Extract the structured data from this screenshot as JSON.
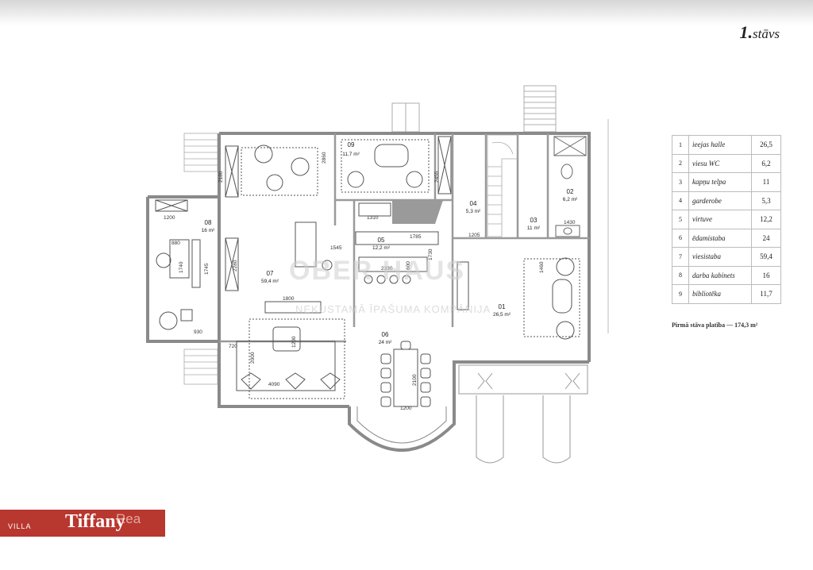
{
  "floor_label": {
    "number": "1.",
    "word": "stāvs"
  },
  "rooms": [
    {
      "no": "1",
      "name": "ieejas halle",
      "area": "26,5"
    },
    {
      "no": "2",
      "name": "viesu WC",
      "area": "6,2"
    },
    {
      "no": "3",
      "name": "kapņu telpa",
      "area": "11"
    },
    {
      "no": "4",
      "name": "garderobe",
      "area": "5,3"
    },
    {
      "no": "5",
      "name": "virtuve",
      "area": "12,2"
    },
    {
      "no": "6",
      "name": "ēdamistaba",
      "area": "24"
    },
    {
      "no": "7",
      "name": "viesistaba",
      "area": "59,4"
    },
    {
      "no": "8",
      "name": "darba kabinets",
      "area": "16"
    },
    {
      "no": "9",
      "name": "bibliotēka",
      "area": "11,7"
    }
  ],
  "total_area": "Pirmā stāva platība — 174,3 m²",
  "plan_labels": {
    "r01": {
      "id": "01",
      "area": "26,5 m²"
    },
    "r02": {
      "id": "02",
      "area": "6,2 m²"
    },
    "r03": {
      "id": "03",
      "area": "11 m²"
    },
    "r04": {
      "id": "04",
      "area": "5,3 m²"
    },
    "r05": {
      "id": "05",
      "area": "12,2 m²"
    },
    "r06": {
      "id": "06",
      "area": "24 m²"
    },
    "r07": {
      "id": "07",
      "area": "59,4 m²"
    },
    "r08": {
      "id": "08",
      "area": "16 m²"
    },
    "r09": {
      "id": "09",
      "area": "11,7 m²"
    }
  },
  "dimensions": {
    "d1200a": "1200",
    "d880": "880",
    "d1740": "1740",
    "d1745": "1745",
    "d930": "930",
    "d2180": "2180",
    "d2280": "2280",
    "d1545": "1545",
    "d1310": "1310",
    "d1785": "1785",
    "d1730": "1730",
    "d2330": "2330",
    "d600": "600",
    "d2455": "2455",
    "d1205": "1205",
    "d1430": "1430",
    "d1800": "1800",
    "d720": "720",
    "d1200b": "1200",
    "d2000": "2000",
    "d4090": "4090",
    "d2100": "2100",
    "d1200c": "1200",
    "d2860": "2860",
    "d1460": "1460"
  },
  "watermark": {
    "line1": "OBER HAUS",
    "line2": "NEKUSTAMĀ ĪPAŠUMA KOMPĀNIJA"
  },
  "brand": {
    "villa": "VILLA",
    "name": "Tiffany",
    "rea": "Rea"
  },
  "colors": {
    "brand_red": "#b8372f",
    "wall": "#8a8a8a",
    "furniture": "#555555"
  }
}
